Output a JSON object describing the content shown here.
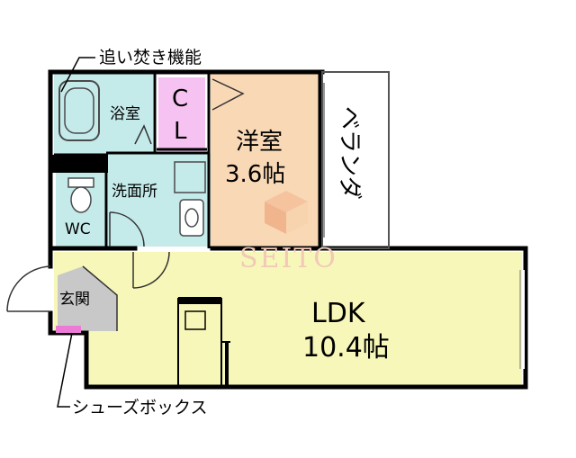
{
  "callouts": {
    "reheat_bath": "追い焚き機能",
    "shoe_box": "シューズボックス"
  },
  "rooms": {
    "bathroom": "浴室",
    "closet_c": "C",
    "closet_l": "L",
    "western_room_name": "洋室",
    "western_room_size": "3.6帖",
    "veranda": "ベランダ",
    "washroom": "洗面所",
    "toilet": "WC",
    "entrance": "玄関",
    "ldk_name": "LDK",
    "ldk_size": "10.4帖"
  },
  "watermark": "SEITO",
  "colors": {
    "bathroom": "#c5eaea",
    "washroom": "#c5eaea",
    "closet": "#f6c2f2",
    "western_room": "#f9d8b6",
    "ldk": "#f7f7b9",
    "entrance": "#c8c8c8",
    "shoe_box": "#ee7ad8",
    "wall": "#000000",
    "fixture": "#4a4a4a",
    "watermark": "#f1c9b6"
  }
}
